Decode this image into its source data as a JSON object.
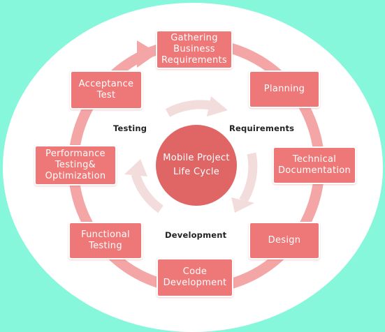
{
  "center": {
    "label": "Mobile Project\nLife Cycle"
  },
  "stages": {
    "gathering": "Gathering\nBusiness\nRequirements",
    "planning": "Planning",
    "technical_documentation": "Technical\nDocumentation",
    "design": "Design",
    "code_development": "Code\nDevelopment",
    "functional_testing": "Functional\nTesting",
    "performance_testing": "Performance\nTesting&\nOptimization",
    "acceptance_test": "Acceptance\nTest"
  },
  "phases": {
    "testing": "Testing",
    "requirements": "Requirements",
    "development": "Development"
  },
  "colors": {
    "background": "#86f7da",
    "ellipse": "#ffffff",
    "box_fill": "#ee7878",
    "ring": "#f4a6a6",
    "center_circle": "#e06565",
    "inner_arrows": "#f3dcdc"
  }
}
